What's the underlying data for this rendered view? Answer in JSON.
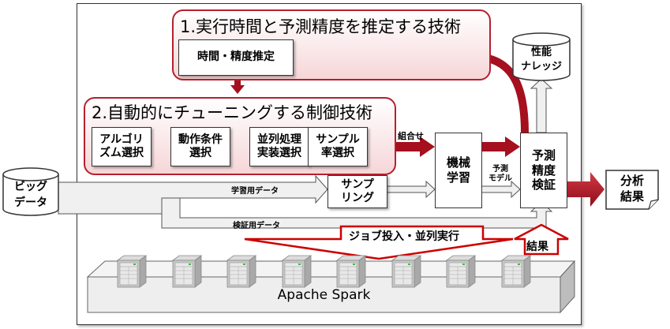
{
  "panel1": {
    "title": "1.実行時間と予測精度を推定する技術",
    "estimate_box": "時間・精度推定"
  },
  "panel2": {
    "title": "2.自動的にチューニングする制御技術",
    "steps": [
      {
        "line1": "アルゴリ",
        "line2": "ズム選択"
      },
      {
        "line1": "動作条件",
        "line2": "選択"
      },
      {
        "line1": "並列処理",
        "line2": "実装選択"
      },
      {
        "line1": "サンプル",
        "line2": "率選択"
      }
    ]
  },
  "knowledge_db": {
    "line1": "性能",
    "line2": "ナレッジ"
  },
  "combination_label": "組合せ",
  "machine_learning": {
    "line1": "機械",
    "line2": "学習"
  },
  "model_label": {
    "line1": "予測",
    "line2": "モデル"
  },
  "verification": {
    "line1": "予測",
    "line2": "精度",
    "line3": "検証"
  },
  "output": {
    "line1": "分析",
    "line2": "結果"
  },
  "big_data": {
    "line1": "ビッグ",
    "line2": "データ"
  },
  "sampling": {
    "line1": "サンプ",
    "line2": "リング"
  },
  "training_data_label": "学習用データ",
  "validation_data_label": "検証用データ",
  "job_label": "ジョブ投入・並列実行",
  "result_label": "結果",
  "platform": {
    "label": "Apache Spark",
    "server_count": 8
  },
  "colors": {
    "accent": "#a50f1e",
    "panel_border": "#b5202e",
    "panel_fill": "#f6d6d8",
    "hollow_arrow": "#eeeeee"
  }
}
